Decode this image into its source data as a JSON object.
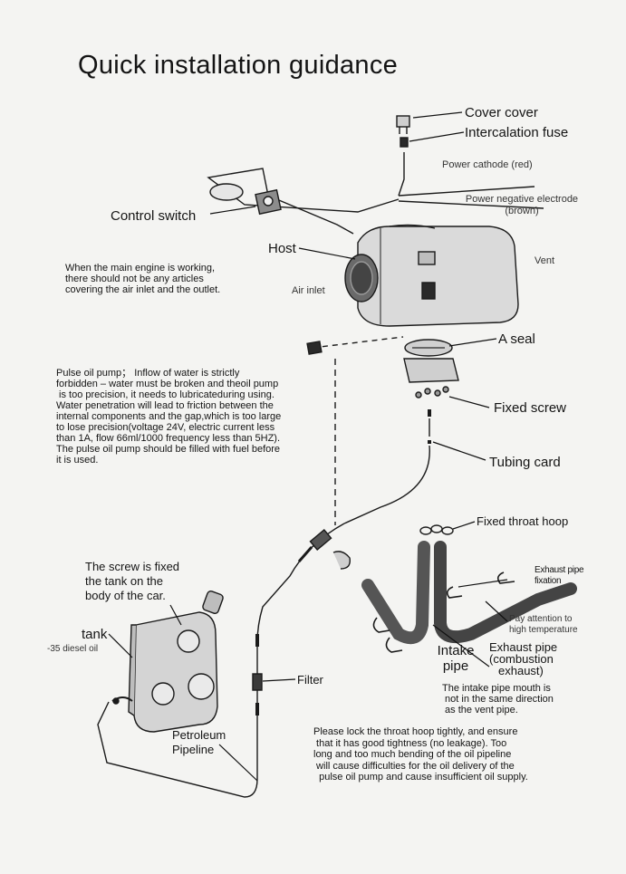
{
  "title": "Quick installation guidance",
  "labels": {
    "cover_cover": "Cover cover",
    "intercalation_fuse": "Intercalation fuse",
    "power_cathode": "Power cathode (red)",
    "power_negative_1": "Power negative electrode",
    "power_negative_2": "(brown)",
    "control_switch": "Control switch",
    "host": "Host",
    "vent": "Vent",
    "air_inlet": "Air inlet",
    "a_seal": "A seal",
    "fixed_screw": "Fixed screw",
    "tubing_card": "Tubing card",
    "fixed_throat_hoop": "Fixed throat hoop",
    "exhaust_pipe_fixation_1": "Exhaust pipe",
    "exhaust_pipe_fixation_2": "fixation",
    "pay_attention_1": "Pay attention to",
    "pay_attention_2": "high temperature",
    "intake_pipe_1": "Intake",
    "intake_pipe_2": "pipe",
    "exhaust_pipe_1": "Exhaust pipe",
    "exhaust_pipe_2": "(combustion",
    "exhaust_pipe_3": "exhaust)",
    "filter": "Filter",
    "tank": "tank",
    "diesel_oil": "-35 diesel oil",
    "screw_fixed_1": "The screw is fixed",
    "screw_fixed_2": "the tank on the",
    "screw_fixed_3": "body of the car.",
    "petroleum_1": "Petroleum",
    "petroleum_2": "Pipeline"
  },
  "notes": {
    "main_engine": "When the main engine is working,\nthere should not be any articles\ncovering the air inlet and the outlet.",
    "pulse_pump": "Pulse oil pump； Inflow of water is strictly\nforbidden – water must be broken and theoil pump\n is too precision, it needs to lubricateduring using.\nWater penetration will lead to friction between the\ninternal components and the gap,which is too large\nto lose precision(voltage 24V, electric current less\nthan 1A, flow 66ml/1000 frequency less than 5HZ).\nThe pulse oil pump should be filled with fuel before\nit is used.",
    "intake_mouth": "The intake pipe mouth is\n not in the same direction\n as the vent pipe.",
    "lock_hoop": "Please lock the throat hoop tightly, and ensure\n that it has good tightness (no leakage). Too\nlong and too much bending of the oil pipeline\n will cause difficulties for the oil delivery of the\n  pulse oil pump and cause insufficient oil supply."
  }
}
